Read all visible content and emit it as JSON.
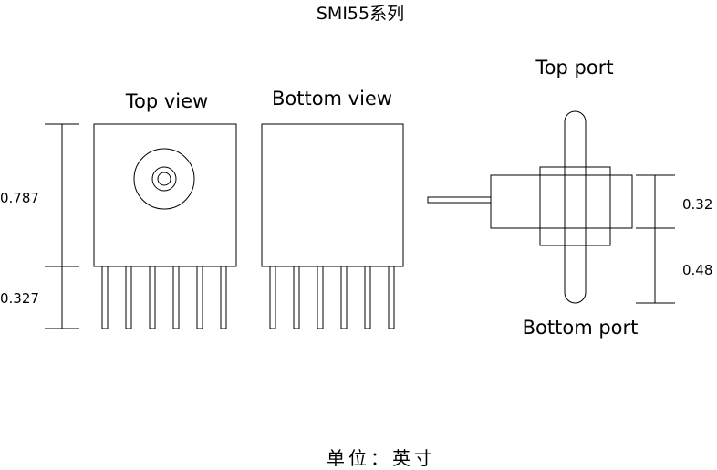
{
  "title": "SMI55系列",
  "views": {
    "top_view": "Top view",
    "bottom_view": "Bottom view",
    "top_port": "Top port",
    "bottom_port": "Bottom port"
  },
  "dimensions": {
    "body_height": "0.787",
    "pin_length": "0.327",
    "top_port_height": "0.32",
    "bottom_port_height": "0.48"
  },
  "units_note": "单位：英寸"
}
